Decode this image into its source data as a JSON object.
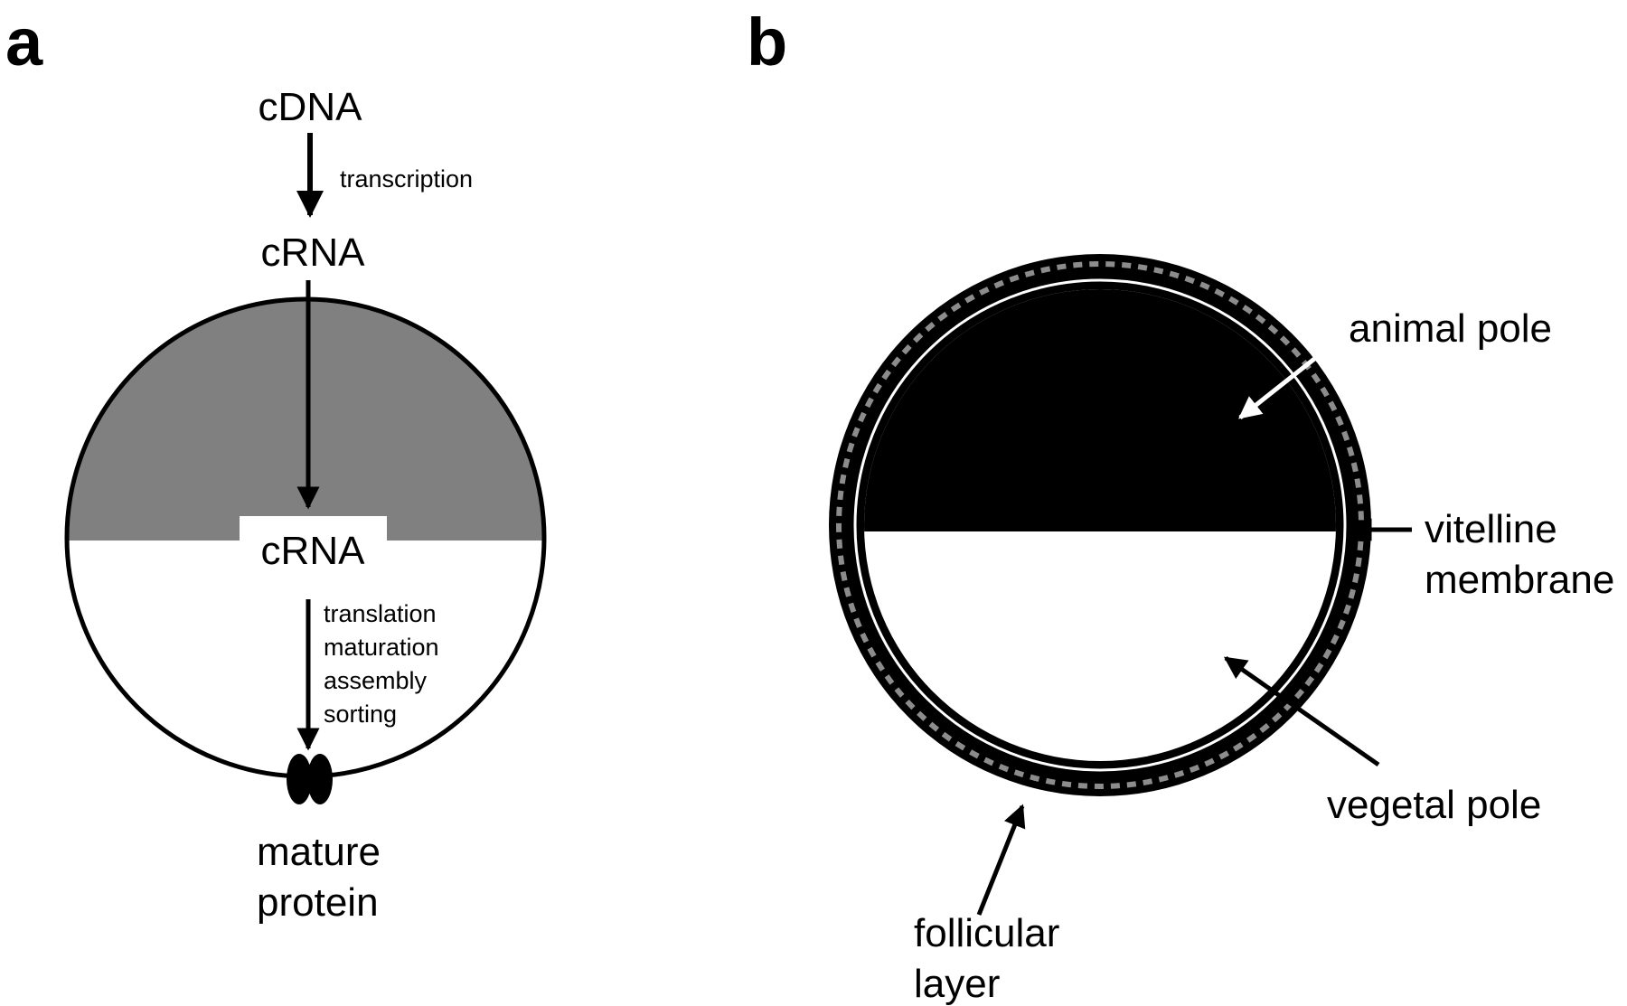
{
  "panel_a": {
    "label": "a",
    "top_input": "cDNA",
    "transcription_step": "transcription",
    "intermediate": "cRNA",
    "injected": "cRNA",
    "post_steps": [
      "translation",
      "maturation",
      "assembly",
      "sorting"
    ],
    "product_line1": "mature",
    "product_line2": "protein"
  },
  "panel_b": {
    "label": "b",
    "animal_pole": "animal pole",
    "vitelline_line1": "vitelline",
    "vitelline_line2": "membrane",
    "vegetal_pole": "vegetal pole",
    "follicular_line1": "follicular",
    "follicular_line2": "layer"
  },
  "colors": {
    "animal_hemisphere_a": "#808080",
    "animal_hemisphere_b": "#000000",
    "vegetal_hemisphere": "#ffffff",
    "outline": "#000000",
    "follicular_hatch": "#8c8c8c"
  }
}
